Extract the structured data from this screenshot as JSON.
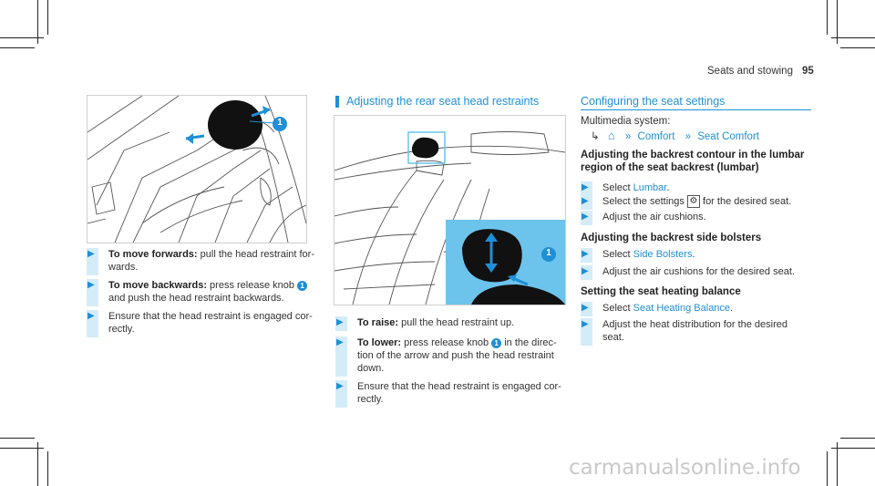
{
  "header": {
    "section": "Seats and stowing",
    "page": "95"
  },
  "left": {
    "steps": [
      {
        "bold": "To move forwards:",
        "text": " pull the head restraint for-",
        "text2": "wards."
      },
      {
        "bold": "To move backwards:",
        "text": " press release knob ",
        "badge": "1",
        "text2": "and push the head restraint backwards."
      },
      {
        "text": "Ensure that the head restraint is engaged cor-",
        "text2": "rectly."
      }
    ],
    "callout": "1"
  },
  "middle": {
    "title": "Adjusting the rear seat head restraints",
    "callout": "1",
    "steps": [
      {
        "bold": "To raise:",
        "text": " pull the head restraint up."
      },
      {
        "bold": "To lower:",
        "text": " press release knob ",
        "badge": "1",
        "text_after": " in the direc-",
        "text2": "tion of the arrow and push the head restraint",
        "text3": "down."
      },
      {
        "text": "Ensure that the head restraint is engaged cor-",
        "text2": "rectly."
      }
    ]
  },
  "right": {
    "title": "Configuring the seat settings",
    "menu_label": "Multimedia system:",
    "menu_path": {
      "home_icon": "home-icon",
      "item1": "Comfort",
      "item2": "Seat Comfort"
    },
    "sub1_line1": "Adjusting the backrest contour in the lumbar",
    "sub1_line2": "region of the seat backrest (lumbar)",
    "s1a_pre": "Select ",
    "s1a_link": "Lumbar",
    "s1a_post": ".",
    "s1b_pre": "Select the settings ",
    "s1b_post": " for the desired seat.",
    "s1c": "Adjust the air cushions.",
    "sub2": "Adjusting the backrest side bolsters",
    "s2a_pre": "Select ",
    "s2a_link": "Side Bolsters",
    "s2a_post": ".",
    "s2b": "Adjust the air cushions for the desired seat.",
    "sub3": "Setting the seat heating balance",
    "s3a_pre": "Select ",
    "s3a_link": "Seat Heating Balance",
    "s3a_post": ".",
    "s3b_line1": "Adjust the heat distribution for the desired",
    "s3b_line2": "seat."
  },
  "colors": {
    "accent": "#1f8fd6",
    "bar": "#d4ecf8",
    "figure_inset": "#6cc4ec"
  },
  "watermark": "carmanualsonline.info"
}
